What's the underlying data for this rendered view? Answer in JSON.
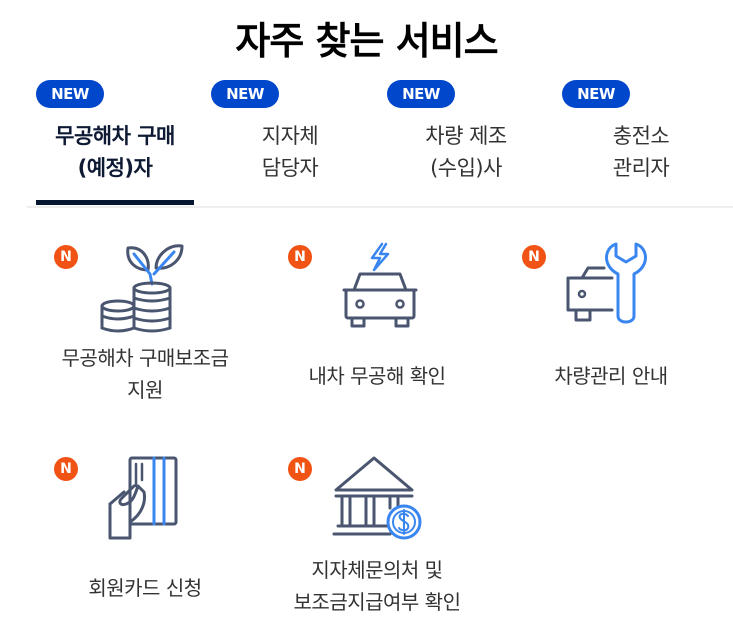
{
  "header": {
    "title": "자주 찾는 서비스"
  },
  "colors": {
    "new_badge": "#0047cc",
    "n_badge": "#f05314",
    "active_tab_text": "#0e1a33",
    "active_underline": "#071630",
    "icon_stroke": "#4a5570",
    "icon_accent": "#3a86f0"
  },
  "tabs": [
    {
      "badge": "NEW",
      "label": "무공해차 구매\n(예정)자",
      "active": true
    },
    {
      "badge": "NEW",
      "label": "지자체\n담당자",
      "active": false
    },
    {
      "badge": "NEW",
      "label": "차량 제조\n(수입)사",
      "active": false
    },
    {
      "badge": "NEW",
      "label": "충전소\n관리자",
      "active": false
    }
  ],
  "services": [
    {
      "badge": "N",
      "icon": "plant-coins-icon",
      "label": "무공해차 구매보조금\n지원"
    },
    {
      "badge": "N",
      "icon": "electric-car-icon",
      "label": "내차 무공해 확인"
    },
    {
      "badge": "N",
      "icon": "car-wrench-icon",
      "label": "차량관리 안내"
    },
    {
      "badge": "N",
      "icon": "hand-card-icon",
      "label": "회원카드 신청"
    },
    {
      "badge": "N",
      "icon": "bank-dollar-icon",
      "label": "지자체문의처 및\n보조금지급여부 확인"
    }
  ]
}
